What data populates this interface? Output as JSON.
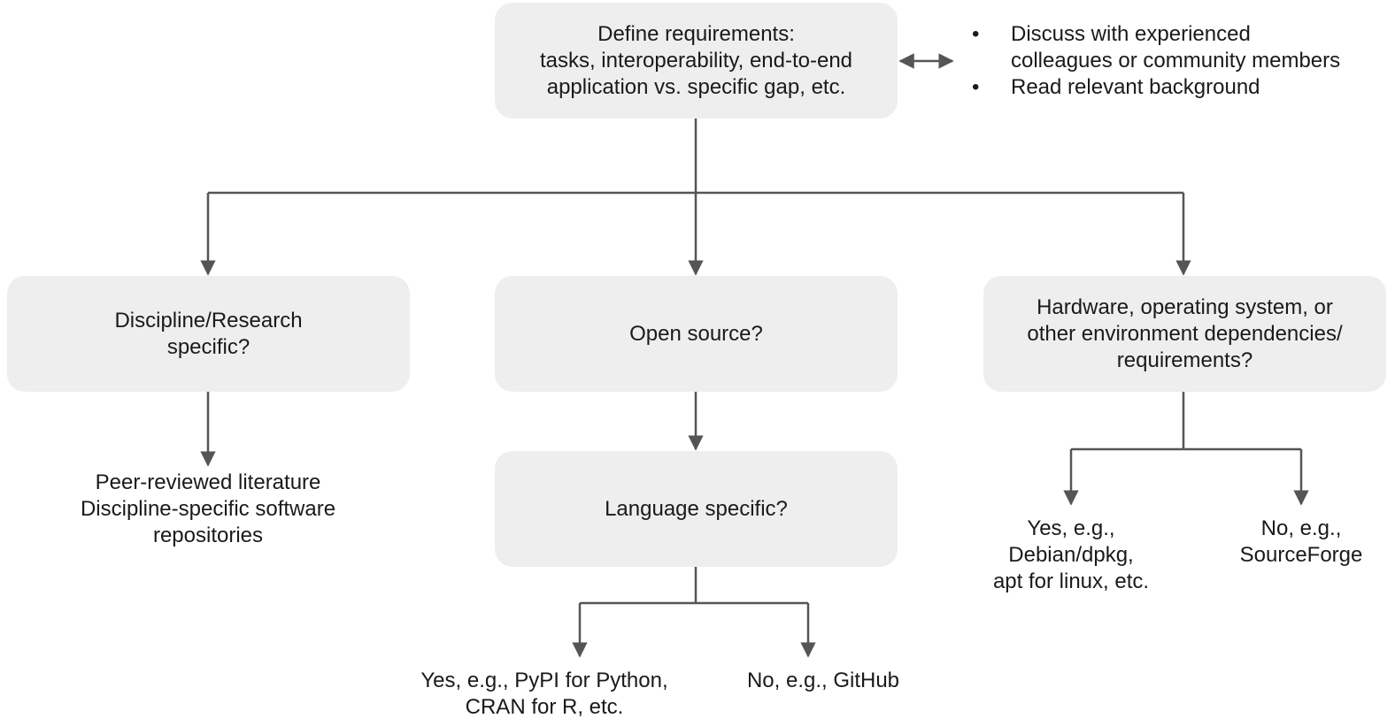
{
  "nodes": {
    "define": [
      "Define requirements:",
      "tasks, interoperability, end-to-end",
      "application vs. specific gap, etc."
    ],
    "discipline": [
      "Discipline/Research",
      "specific?"
    ],
    "open_source": [
      "Open source?"
    ],
    "hardware": [
      "Hardware, operating system, or",
      "other environment dependencies/",
      "requirements?"
    ],
    "language": [
      "Language specific?"
    ]
  },
  "leaves": {
    "discipline_result": [
      "Peer-reviewed literature",
      "Discipline-specific software",
      "repositories"
    ],
    "lang_yes": [
      "Yes, e.g., PyPI for Python,",
      "CRAN for R, etc."
    ],
    "lang_no": [
      "No, e.g., GitHub"
    ],
    "hw_yes": [
      "Yes, e.g.,",
      "Debian/dpkg,",
      "apt for linux, etc."
    ],
    "hw_no": [
      "No, e.g.,",
      "SourceForge"
    ]
  },
  "side_notes": {
    "bullet": "•",
    "items": [
      [
        "Discuss with experienced",
        "colleagues or community members"
      ],
      [
        "Read relevant background"
      ]
    ]
  },
  "colors": {
    "box_fill": "#eeeeee",
    "connector": "#555555",
    "text": "#1a1a1a"
  }
}
